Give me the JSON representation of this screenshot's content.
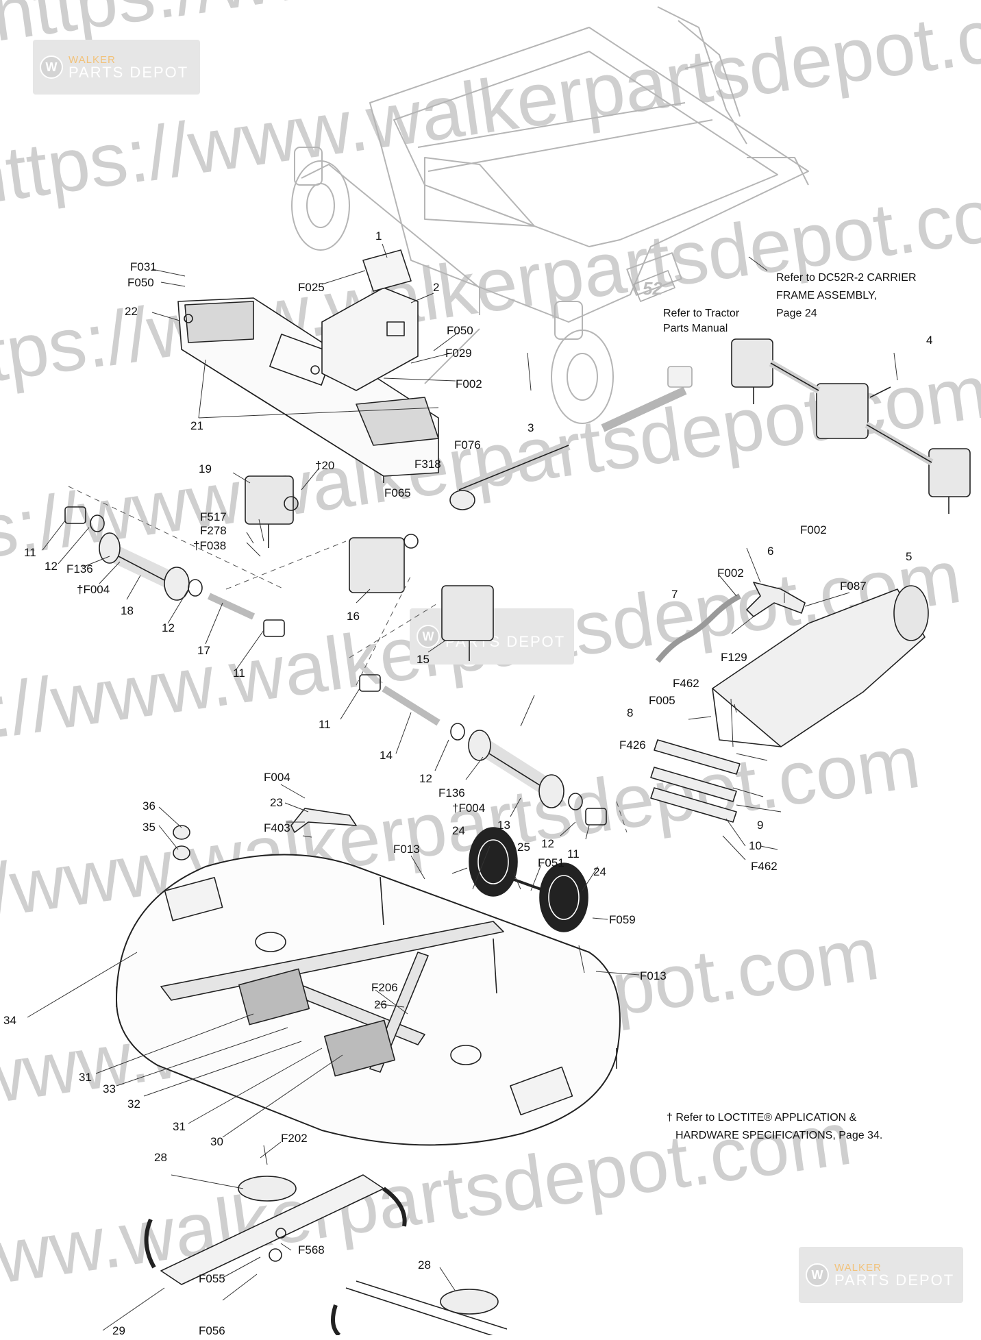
{
  "watermarks": {
    "logo_line1": "WALKER",
    "logo_line2": "PARTS DEPOT",
    "logo_mark": "W",
    "url_text": "https://www.walkerpartsdepot.com"
  },
  "notes": {
    "carrier_ref_1": "Refer to DC52R-2 CARRIER",
    "carrier_ref_2": "FRAME ASSEMBLY,",
    "carrier_ref_3": "Page 24",
    "tractor_ref_1": "Refer to Tractor",
    "tractor_ref_2": "Parts Manual",
    "deck_badge": "52",
    "loctite_1": "† Refer to LOCTITE® APPLICATION &",
    "loctite_2": "HARDWARE SPECIFICATIONS, Page 34."
  },
  "callouts": [
    {
      "id": "c1",
      "text": "1"
    },
    {
      "id": "c2",
      "text": "2"
    },
    {
      "id": "c3",
      "text": "3"
    },
    {
      "id": "c4",
      "text": "4"
    },
    {
      "id": "c5",
      "text": "5"
    },
    {
      "id": "c6",
      "text": "6"
    },
    {
      "id": "c7",
      "text": "7"
    },
    {
      "id": "c8",
      "text": "8"
    },
    {
      "id": "c9",
      "text": "9"
    },
    {
      "id": "c10",
      "text": "10"
    },
    {
      "id": "c11a",
      "text": "11"
    },
    {
      "id": "c11b",
      "text": "11"
    },
    {
      "id": "c11c",
      "text": "11"
    },
    {
      "id": "c11d",
      "text": "11"
    },
    {
      "id": "c12a",
      "text": "12"
    },
    {
      "id": "c12b",
      "text": "12"
    },
    {
      "id": "c12c",
      "text": "12"
    },
    {
      "id": "c12d",
      "text": "12"
    },
    {
      "id": "c13",
      "text": "13"
    },
    {
      "id": "c14",
      "text": "14"
    },
    {
      "id": "c15",
      "text": "15"
    },
    {
      "id": "c16",
      "text": "16"
    },
    {
      "id": "c17",
      "text": "17"
    },
    {
      "id": "c18",
      "text": "18"
    },
    {
      "id": "c19",
      "text": "19"
    },
    {
      "id": "c20",
      "text": "†20"
    },
    {
      "id": "c21",
      "text": "21"
    },
    {
      "id": "c22",
      "text": "22"
    },
    {
      "id": "c23",
      "text": "23"
    },
    {
      "id": "c24a",
      "text": "24"
    },
    {
      "id": "c24b",
      "text": "24"
    },
    {
      "id": "c25",
      "text": "25"
    },
    {
      "id": "c26",
      "text": "26"
    },
    {
      "id": "c28a",
      "text": "28"
    },
    {
      "id": "c28b",
      "text": "28"
    },
    {
      "id": "c29",
      "text": "29"
    },
    {
      "id": "c30",
      "text": "30"
    },
    {
      "id": "c31a",
      "text": "31"
    },
    {
      "id": "c31b",
      "text": "31"
    },
    {
      "id": "c32",
      "text": "32"
    },
    {
      "id": "c33",
      "text": "33"
    },
    {
      "id": "c34",
      "text": "34"
    },
    {
      "id": "c35",
      "text": "35"
    },
    {
      "id": "c36",
      "text": "36"
    },
    {
      "id": "f031",
      "text": "F031"
    },
    {
      "id": "f050a",
      "text": "F050"
    },
    {
      "id": "f025",
      "text": "F025"
    },
    {
      "id": "f050b",
      "text": "F050"
    },
    {
      "id": "f029",
      "text": "F029"
    },
    {
      "id": "f002a",
      "text": "F002"
    },
    {
      "id": "f076",
      "text": "F076"
    },
    {
      "id": "f318",
      "text": "F318"
    },
    {
      "id": "f065",
      "text": "F065"
    },
    {
      "id": "f517",
      "text": "F517"
    },
    {
      "id": "f278",
      "text": "F278"
    },
    {
      "id": "f038",
      "text": "†F038"
    },
    {
      "id": "f136a",
      "text": "F136"
    },
    {
      "id": "f004a",
      "text": "†F004"
    },
    {
      "id": "f002b",
      "text": "F002"
    },
    {
      "id": "f002c",
      "text": "F002"
    },
    {
      "id": "f087",
      "text": "F087"
    },
    {
      "id": "f129",
      "text": "F129"
    },
    {
      "id": "f462a",
      "text": "F462"
    },
    {
      "id": "f005",
      "text": "F005"
    },
    {
      "id": "f426",
      "text": "F426"
    },
    {
      "id": "f462b",
      "text": "F462"
    },
    {
      "id": "f004b",
      "text": "F004"
    },
    {
      "id": "f403",
      "text": "F403"
    },
    {
      "id": "f136b",
      "text": "F136"
    },
    {
      "id": "f004c",
      "text": "†F004"
    },
    {
      "id": "f013a",
      "text": "F013"
    },
    {
      "id": "f051",
      "text": "F051"
    },
    {
      "id": "f059",
      "text": "F059"
    },
    {
      "id": "f013b",
      "text": "F013"
    },
    {
      "id": "f206",
      "text": "F206"
    },
    {
      "id": "f202",
      "text": "F202"
    },
    {
      "id": "f568",
      "text": "F568"
    },
    {
      "id": "f055",
      "text": "F055"
    },
    {
      "id": "f056",
      "text": "F056"
    }
  ]
}
